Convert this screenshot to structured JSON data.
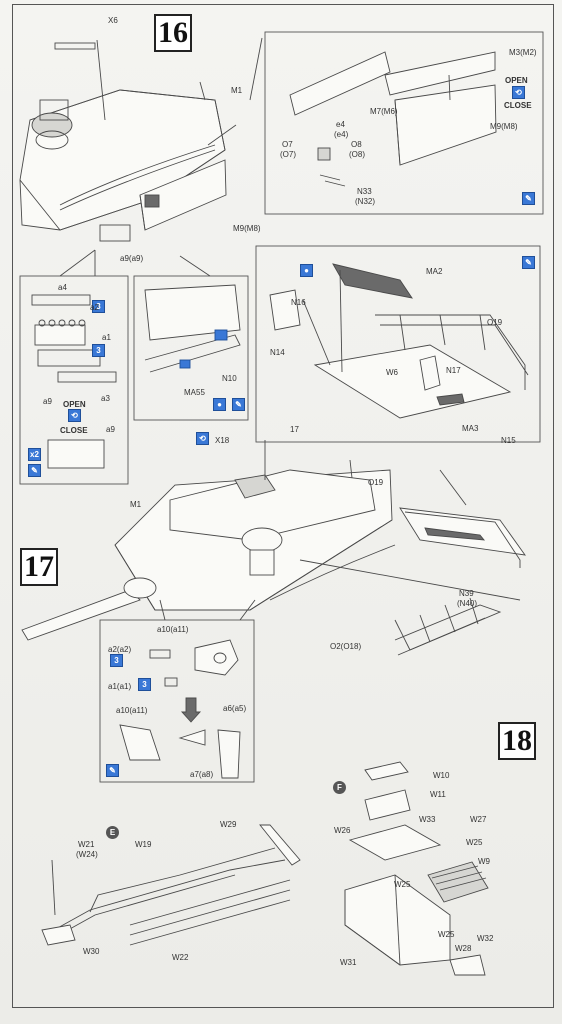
{
  "steps": {
    "s16": "16",
    "s17": "17",
    "s18": "18"
  },
  "subassembly_letters": {
    "e": "E",
    "f": "F"
  },
  "icons": {
    "open_close_1": "open-close-icon",
    "open_close_2": "open-close-icon",
    "glue": "glue-icon",
    "drill": "drill-icon",
    "repeat": "repeat-x2-icon"
  },
  "open_close_text": {
    "open": "OPEN",
    "close": "CLOSE"
  },
  "repeat_count": "X18",
  "repeat_count_a": "x2",
  "parts": {
    "x6": "X6",
    "m1_top": "M1",
    "m3": "M3(M2)",
    "m7": "M7(M6)",
    "m9_box": "M9(M8)",
    "o7": "O7",
    "o7b": "(O7)",
    "e4": "e4",
    "e4b": "(e4)",
    "o8": "O8",
    "o8b": "(O8)",
    "n33": "N33",
    "n32": "(N32)",
    "m9_main": "M9(M8)",
    "a9_a9": "a9(a9)",
    "a4": "a4",
    "a2": "a2",
    "a1": "a1",
    "a9": "a9",
    "a3": "a3",
    "a9b": "a9",
    "n10": "N10",
    "ma55": "MA55",
    "ma2": "MA2",
    "n16": "N16",
    "n14": "N14",
    "o19": "O19",
    "n17": "N17",
    "w6": "W6",
    "ma3": "MA3",
    "n15": "N15",
    "m1_mid": "M1",
    "o19b": "O19",
    "n39": "N39",
    "n40": "(N40)",
    "o2": "O2(O18)",
    "a10": "a10(a11)",
    "a2_a2": "a2(a2)",
    "a1_a1": "a1(a1)",
    "a10b": "a10(a11)",
    "a6": "a6(a5)",
    "a7": "a7(a8)",
    "ref17": "17",
    "w10": "W10",
    "w11": "W11",
    "w27": "W27",
    "w26": "W26",
    "w33": "W33",
    "w25a": "W25",
    "w9": "W9",
    "w25b": "W25",
    "w25c": "W25",
    "w28": "W28",
    "w32": "W32",
    "w31": "W31",
    "w21": "W21",
    "w24": "(W24)",
    "w19": "W19",
    "w29": "W29",
    "w30": "W30",
    "w22": "W22"
  }
}
